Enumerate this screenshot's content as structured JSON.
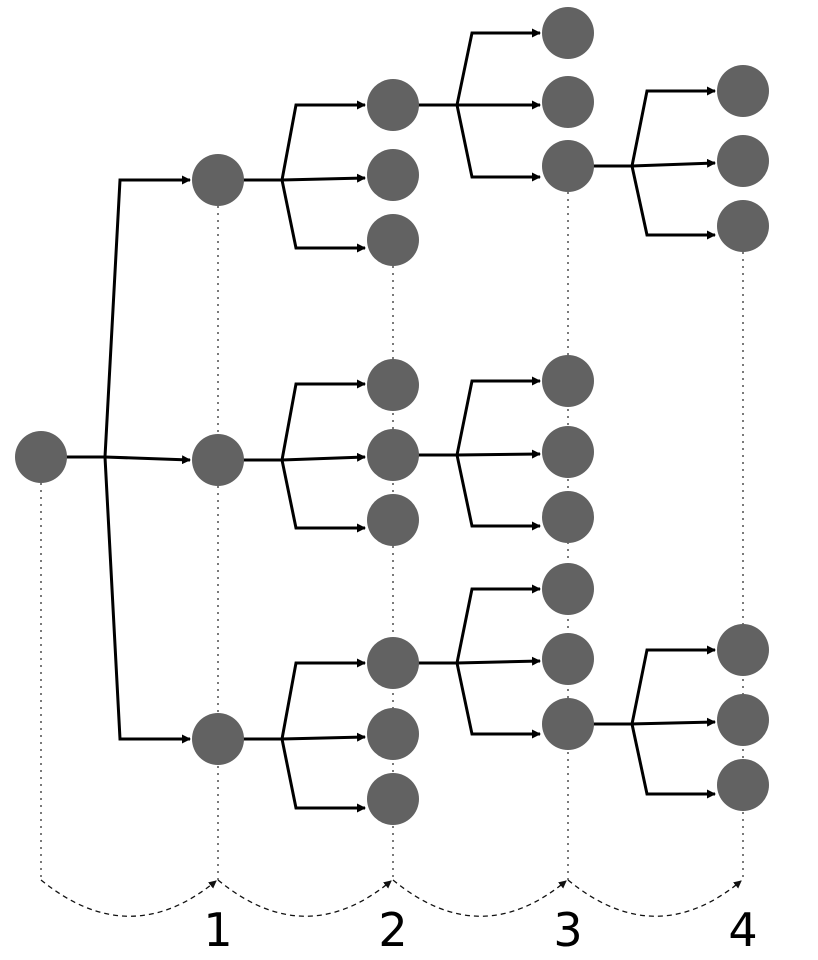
{
  "colors": {
    "node": "#626262",
    "edge": "#000000",
    "background": "#ffffff"
  },
  "levels": [
    {
      "label": "1"
    },
    {
      "label": "2"
    },
    {
      "label": "3"
    },
    {
      "label": "4"
    }
  ]
}
